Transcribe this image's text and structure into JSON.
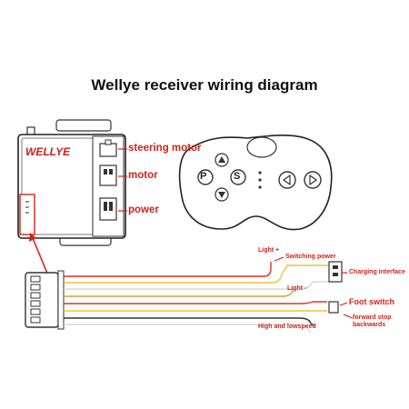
{
  "title": "Wellye receiver wiring diagram",
  "receiver": {
    "brand": "WELLYE",
    "ports": [
      "steering motor",
      "motor",
      "power"
    ]
  },
  "remote": {
    "buttons": [
      "P",
      "S"
    ]
  },
  "wiring_labels": {
    "light_plus": "Light +",
    "switching_power": "Switching power",
    "charging_interface": "Charging interface",
    "light_minus": "Light -",
    "foot_switch": "Foot switch",
    "forward_stop_backwards": "forward stop backwards",
    "high_low_speed": "High and lowspeed"
  },
  "colors": {
    "label_red": "#d0241a",
    "wire_red": "#d9342b",
    "wire_yellow": "#f0c23a",
    "wire_orange": "#e89a3a",
    "wire_white": "#d8d8d8",
    "wire_black": "#333333"
  }
}
